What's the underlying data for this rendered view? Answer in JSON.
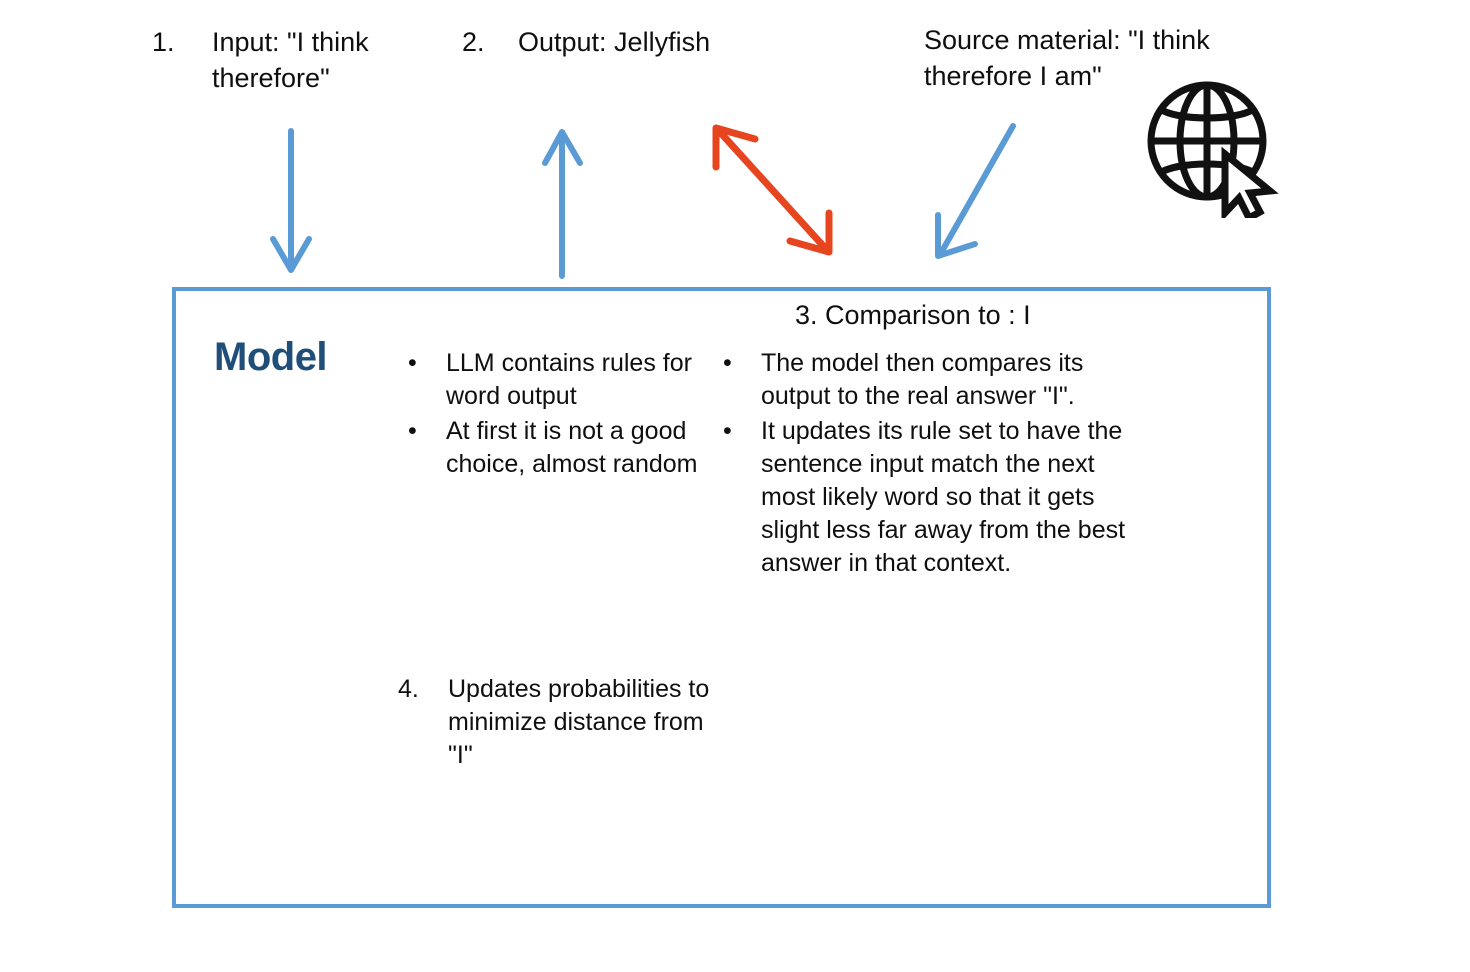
{
  "title": "LLM training loop diagram",
  "annotations": {
    "input": {
      "number": "1.",
      "text": "Input: \"I think therefore\""
    },
    "output": {
      "number": "2.",
      "text": "Output: Jellyfish"
    },
    "source": {
      "text": "Source material: \"I think therefore I am\""
    }
  },
  "model_box": {
    "title": "Model",
    "left_bullets": [
      "LLM contains rules for word output",
      "At first it is not a good choice, almost random"
    ],
    "comparison_heading": "3. Comparison to : I",
    "right_bullets": [
      "The model then compares its output to the real answer \"I\".",
      "It updates its rule set to have the sentence input match the next most likely word so that it gets slight less far away from the best answer in that context."
    ],
    "step4": {
      "number": "4.",
      "text": "Updates probabilities to minimize distance from \"I\""
    }
  },
  "bullet_glyph": "•",
  "icons": {
    "globe": "globe-with-cursor-icon"
  },
  "colors": {
    "arrow_blue": "#5B9BD5",
    "arrow_red": "#E6451F",
    "box_border": "#5B9BD5",
    "model_title": "#1F4E79",
    "text": "#0f0f0f",
    "background": "#ffffff",
    "icon_black": "#111111"
  },
  "arrows": [
    {
      "name": "input-to-model-arrow",
      "color": "#5B9BD5",
      "direction": "down"
    },
    {
      "name": "model-to-output-arrow",
      "color": "#5B9BD5",
      "direction": "up"
    },
    {
      "name": "output-vs-source-arrow",
      "color": "#E6451F",
      "direction": "double"
    },
    {
      "name": "source-to-model-arrow",
      "color": "#5B9BD5",
      "direction": "down-left"
    },
    {
      "name": "comparison-to-step4-arrow",
      "color": "#5B9BD5",
      "direction": "down-left"
    },
    {
      "name": "step4-to-model-arrow",
      "color": "#5B9BD5",
      "direction": "up-left"
    }
  ]
}
